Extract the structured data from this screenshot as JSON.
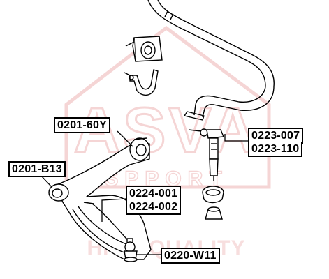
{
  "watermark": {
    "brand": "ASVA",
    "subline": "SPPORT",
    "tagline": "HIGH QUALITY",
    "color": "#f2c7c7"
  },
  "labels": {
    "stabilizer_bushing": "0201-60Y",
    "control_arm_bushing_rear": "0201-B13",
    "control_arm_bushing_a": "0224-001",
    "control_arm_bushing_b": "0224-002",
    "stabilizer_link_a": "0223-007",
    "stabilizer_link_b": "0223-110",
    "ball_joint": "0220-W11"
  },
  "colors": {
    "line": "#000000",
    "label_border": "#000000",
    "label_background": "#ffffff"
  }
}
